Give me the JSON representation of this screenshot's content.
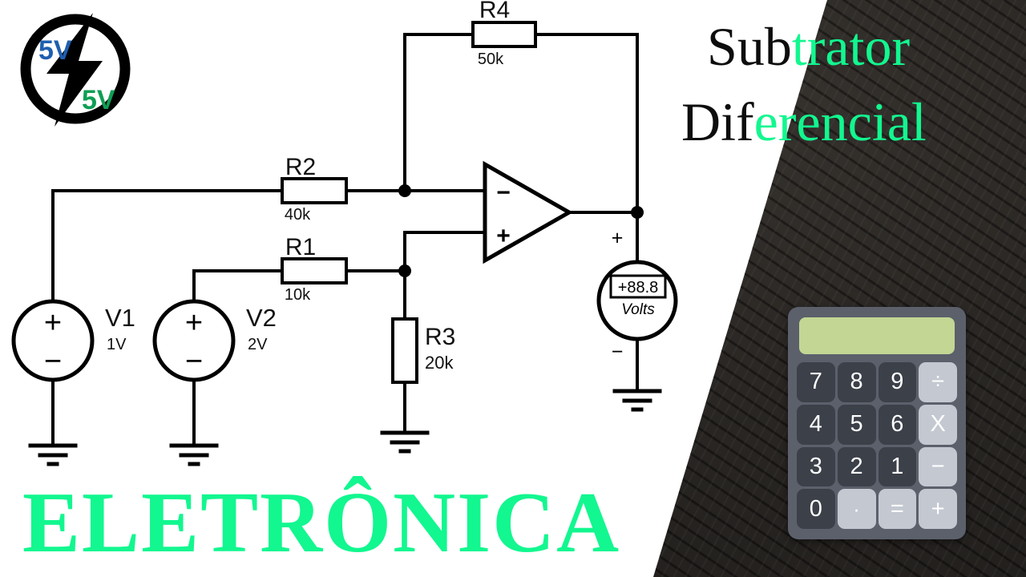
{
  "logo": {
    "name": "5v-5v-lightning-logo",
    "text_top": "5V",
    "text_bottom": "5V",
    "color_top": "#1f5fb0",
    "color_bottom": "#0f9e55",
    "color_ring": "#000000"
  },
  "title": {
    "line1_black": "Sub",
    "line1_green": "trator",
    "line2_black": "Dif",
    "line2_green": "erencial",
    "color_black": "#0d0d0d",
    "color_green": "#12f78f"
  },
  "brand": {
    "word": "ELETRÔNICA",
    "color": "#12f78f"
  },
  "circuit": {
    "title": "Differential subtractor op-amp circuit",
    "sources": [
      {
        "ref": "V1",
        "value": "1V",
        "plus": "+",
        "minus": "−"
      },
      {
        "ref": "V2",
        "value": "2V",
        "plus": "+",
        "minus": "−"
      }
    ],
    "resistors": [
      {
        "ref": "R1",
        "value": "10k",
        "orientation": "horizontal"
      },
      {
        "ref": "R2",
        "value": "40k",
        "orientation": "horizontal"
      },
      {
        "ref": "R3",
        "value": "20k",
        "orientation": "vertical"
      },
      {
        "ref": "R4",
        "value": "50k",
        "orientation": "horizontal"
      }
    ],
    "opamp": {
      "inverting_label": "−",
      "noninverting_label": "+"
    },
    "voltmeter": {
      "reading": "+88.8",
      "unit": "Volts",
      "terminal_plus": "+",
      "terminal_minus": "−"
    }
  },
  "calculator": {
    "display_value": "",
    "display_color": "#c3d694",
    "body_color": "#5b606b",
    "keys": [
      {
        "label": "7",
        "type": "digit"
      },
      {
        "label": "8",
        "type": "digit"
      },
      {
        "label": "9",
        "type": "digit"
      },
      {
        "label": "÷",
        "type": "operator"
      },
      {
        "label": "4",
        "type": "digit"
      },
      {
        "label": "5",
        "type": "digit"
      },
      {
        "label": "6",
        "type": "digit"
      },
      {
        "label": "X",
        "type": "operator"
      },
      {
        "label": "3",
        "type": "digit"
      },
      {
        "label": "2",
        "type": "digit"
      },
      {
        "label": "1",
        "type": "digit"
      },
      {
        "label": "−",
        "type": "operator"
      },
      {
        "label": "0",
        "type": "digit"
      },
      {
        "label": "·",
        "type": "dot"
      },
      {
        "label": "=",
        "type": "operator"
      },
      {
        "label": "+",
        "type": "operator"
      }
    ]
  }
}
